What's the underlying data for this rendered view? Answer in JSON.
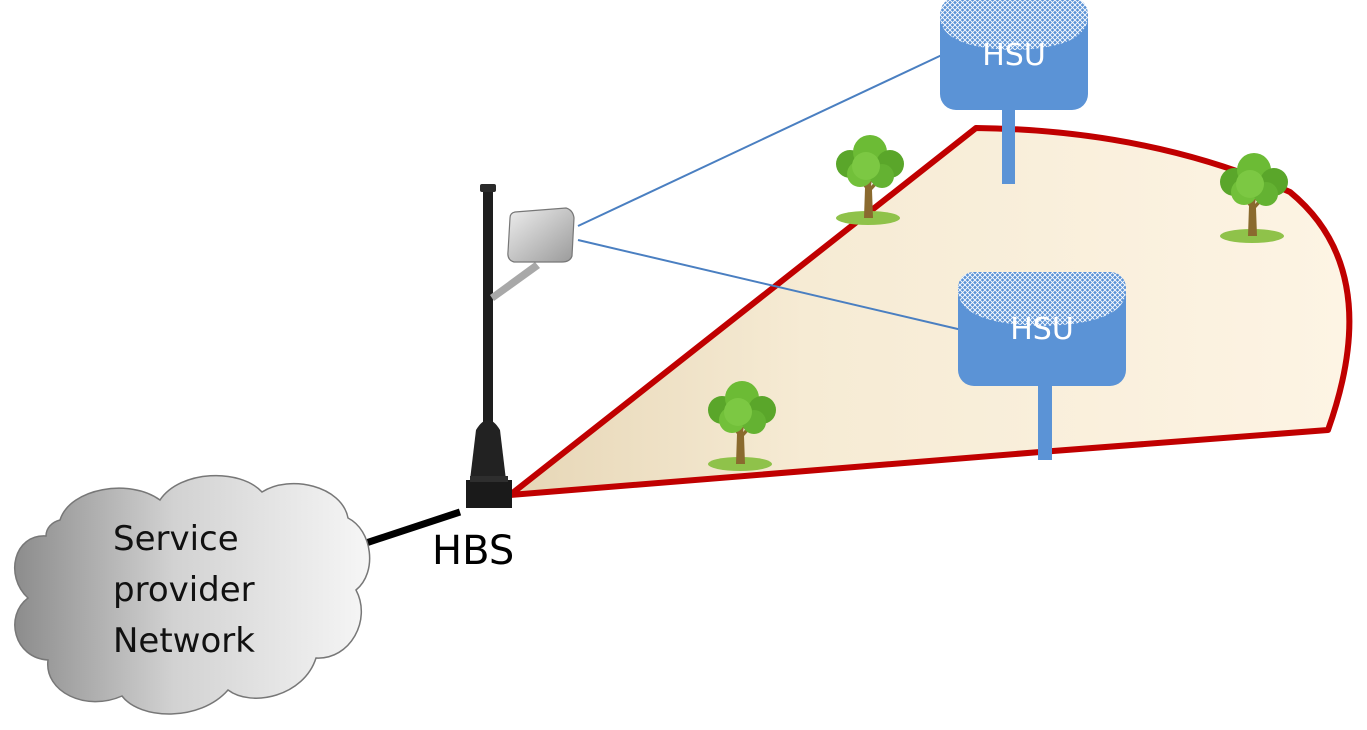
{
  "cloud": {
    "lines": [
      "Service",
      "provider",
      "Network"
    ]
  },
  "base_station": {
    "label": "HBS"
  },
  "subscriber_units": [
    {
      "label": "HSU"
    },
    {
      "label": "HSU"
    }
  ],
  "colors": {
    "sector_outline": "#c00000",
    "sector_fill_light": "#fdf3e1",
    "sector_fill_dark": "#e9dcc0",
    "hsu_fill": "#5b93d6",
    "link_line": "#4a7fc1",
    "cloud_fill_dark": "#8f8f8f",
    "cloud_fill_light": "#f4f4f4",
    "backhaul_cable": "#000000"
  }
}
